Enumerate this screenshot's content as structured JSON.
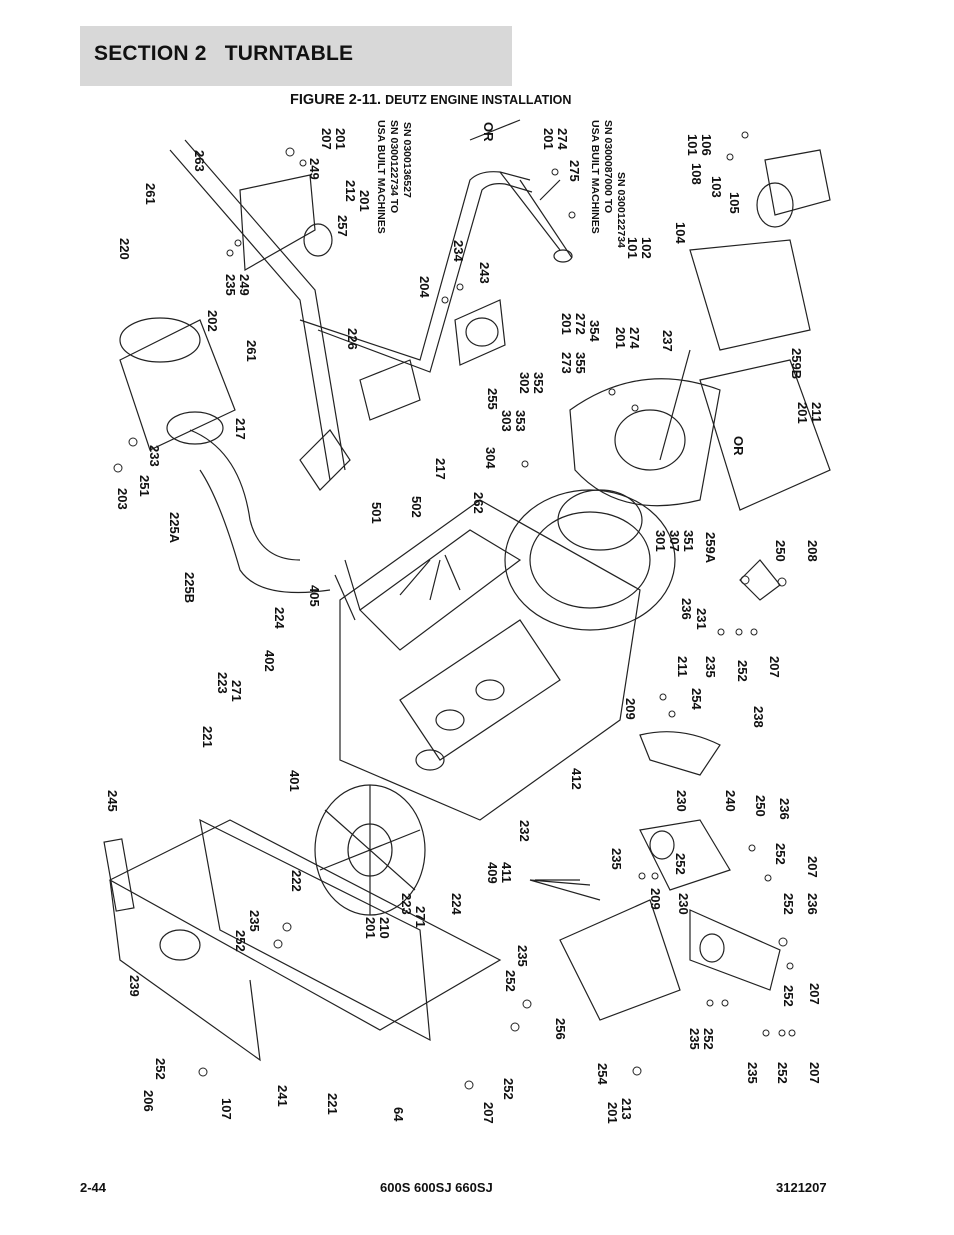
{
  "header": {
    "section_number": "SECTION 2",
    "section_title": "TURNTABLE"
  },
  "figure": {
    "number": "FIGURE 2-11.",
    "caption": "DEUTZ ENGINE INSTALLATION"
  },
  "notes": {
    "usa_a_line1": "USA BUILT MACHINES",
    "usa_a_line2": "SN 0300122734 TO",
    "usa_a_line3": "SN 0300136527",
    "usa_b_line1": "USA BUILT MACHINES",
    "usa_b_line2": "SN 0300087000 TO",
    "usa_b_line3": "SN 0300122734",
    "or_1": "OR",
    "or_2": "OR"
  },
  "callouts": {
    "c207a": "207",
    "c201a": "201",
    "c249a": "249",
    "c263": "263",
    "c261a": "261",
    "c212": "212",
    "c201b": "201",
    "c257": "257",
    "c220": "220",
    "c235a": "235",
    "c249b": "249",
    "c202": "202",
    "c261b": "261",
    "c226": "226",
    "c204": "204",
    "c234": "234",
    "c243": "243",
    "c201c": "201",
    "c274a": "274",
    "c275": "275",
    "c101a": "101",
    "c106": "106",
    "c108": "108",
    "c103": "103",
    "c105": "105",
    "c104": "104",
    "c101b": "101",
    "c102": "102",
    "c201d": "201",
    "c272": "272",
    "c354": "354",
    "c273": "273",
    "c355": "355",
    "c201e": "201",
    "c274b": "274",
    "c237": "237",
    "c259b": "259B",
    "c217a": "217",
    "c233": "233",
    "c251": "251",
    "c203": "203",
    "c255": "255",
    "c303": "303",
    "c353": "353",
    "c302": "302",
    "c352": "352",
    "c201f": "201",
    "c211a": "211",
    "c304": "304",
    "c217b": "217",
    "c225a": "225A",
    "c262": "262",
    "c501": "501",
    "c502": "502",
    "c301": "301",
    "c307": "307",
    "c351": "351",
    "c259a": "259A",
    "c250a": "250",
    "c208": "208",
    "c225b": "225B",
    "c405": "405",
    "c224a": "224",
    "c236a": "236",
    "c231": "231",
    "c235b": "235",
    "c252a": "252",
    "c207b": "207",
    "c402": "402",
    "c223a": "223",
    "c271a": "271",
    "c211b": "211",
    "c254a": "254",
    "c209a": "209",
    "c238": "238",
    "c221a": "221",
    "c412": "412",
    "c401": "401",
    "c245": "245",
    "c230a": "230",
    "c240": "240",
    "c250b": "250",
    "c236b": "236",
    "c232": "232",
    "c235c": "235",
    "c252b": "252",
    "c252c": "252",
    "c207c": "207",
    "c409": "409",
    "c411": "411",
    "c222": "222",
    "c224b": "224",
    "c209b": "209",
    "c230b": "230",
    "c252d": "252",
    "c236c": "236",
    "c201g": "201",
    "c210": "210",
    "c223b": "223",
    "c271b": "271",
    "c252e": "252",
    "c235d": "235",
    "c239": "239",
    "c252f": "252",
    "c235e": "235",
    "c252g": "252",
    "c207d": "207",
    "c256": "256",
    "c235f": "235",
    "c252h": "252",
    "c235g": "235",
    "c252i": "252",
    "c207e": "207",
    "c252j": "252",
    "c206": "206",
    "c107": "107",
    "c241": "241",
    "c221b": "221",
    "c64": "64",
    "c207f": "207",
    "c252k": "252",
    "c254b": "254",
    "c201h": "201",
    "c213": "213"
  },
  "footer": {
    "page": "2-44",
    "models": "600S 600SJ 660SJ",
    "doc_number": "3121207"
  }
}
